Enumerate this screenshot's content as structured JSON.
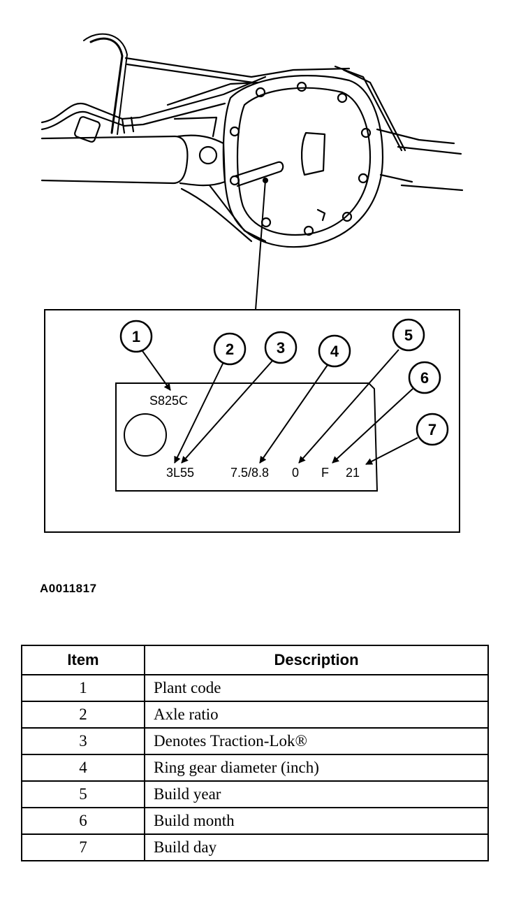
{
  "figure_id": "A0011817",
  "tag": {
    "plant_code": "S825C",
    "axle_ratio": "3L55",
    "ring_gear": "7.5/8.8",
    "build_year": "0",
    "build_month": "F",
    "build_day": "21"
  },
  "callouts": [
    "1",
    "2",
    "3",
    "4",
    "5",
    "6",
    "7"
  ],
  "table": {
    "headers": {
      "item": "Item",
      "description": "Description"
    },
    "rows": [
      {
        "item": "1",
        "description": "Plant code"
      },
      {
        "item": "2",
        "description": "Axle ratio"
      },
      {
        "item": "3",
        "description": "Denotes Traction-Lok®"
      },
      {
        "item": "4",
        "description": "Ring gear diameter (inch)"
      },
      {
        "item": "5",
        "description": "Build year"
      },
      {
        "item": "6",
        "description": "Build month"
      },
      {
        "item": "7",
        "description": "Build day"
      }
    ]
  }
}
